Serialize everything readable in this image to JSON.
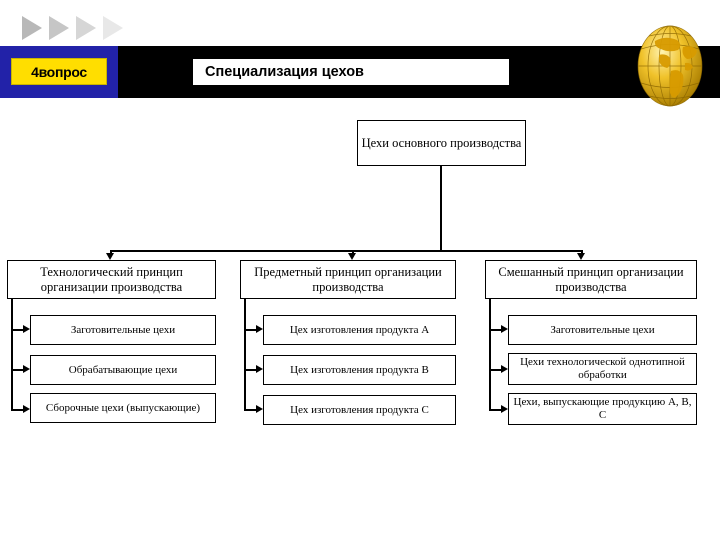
{
  "header": {
    "badge_label": "4вопрос",
    "title": "Специализация цехов",
    "colors": {
      "band": "#000000",
      "badge_bg": "#ffde00",
      "badge_panel": "#2222a8",
      "title_bg": "#ffffff",
      "globe": "#e8b200"
    },
    "icons": {
      "chevrons": "chevron-right-icon",
      "globe": "globe-icon"
    }
  },
  "diagram": {
    "root": {
      "label": "Цехи основного производства"
    },
    "branches": [
      {
        "principle": "Технологический принцип организации производства",
        "items": [
          "Заготовительные цехи",
          "Обрабатывающие цехи",
          "Сборочные цехи (выпускающие)"
        ]
      },
      {
        "principle": "Предметный принцип организации производства",
        "items": [
          "Цех изготовления продукта A",
          "Цех изготовления продукта B",
          "Цех изготовления продукта C"
        ]
      },
      {
        "principle": "Смешанный принцип организации производства",
        "items": [
          "Заготовительные цехи",
          "Цехи технологической однотипной обработки",
          "Цехи, выпускающие продукцию A, B, C"
        ]
      }
    ]
  }
}
